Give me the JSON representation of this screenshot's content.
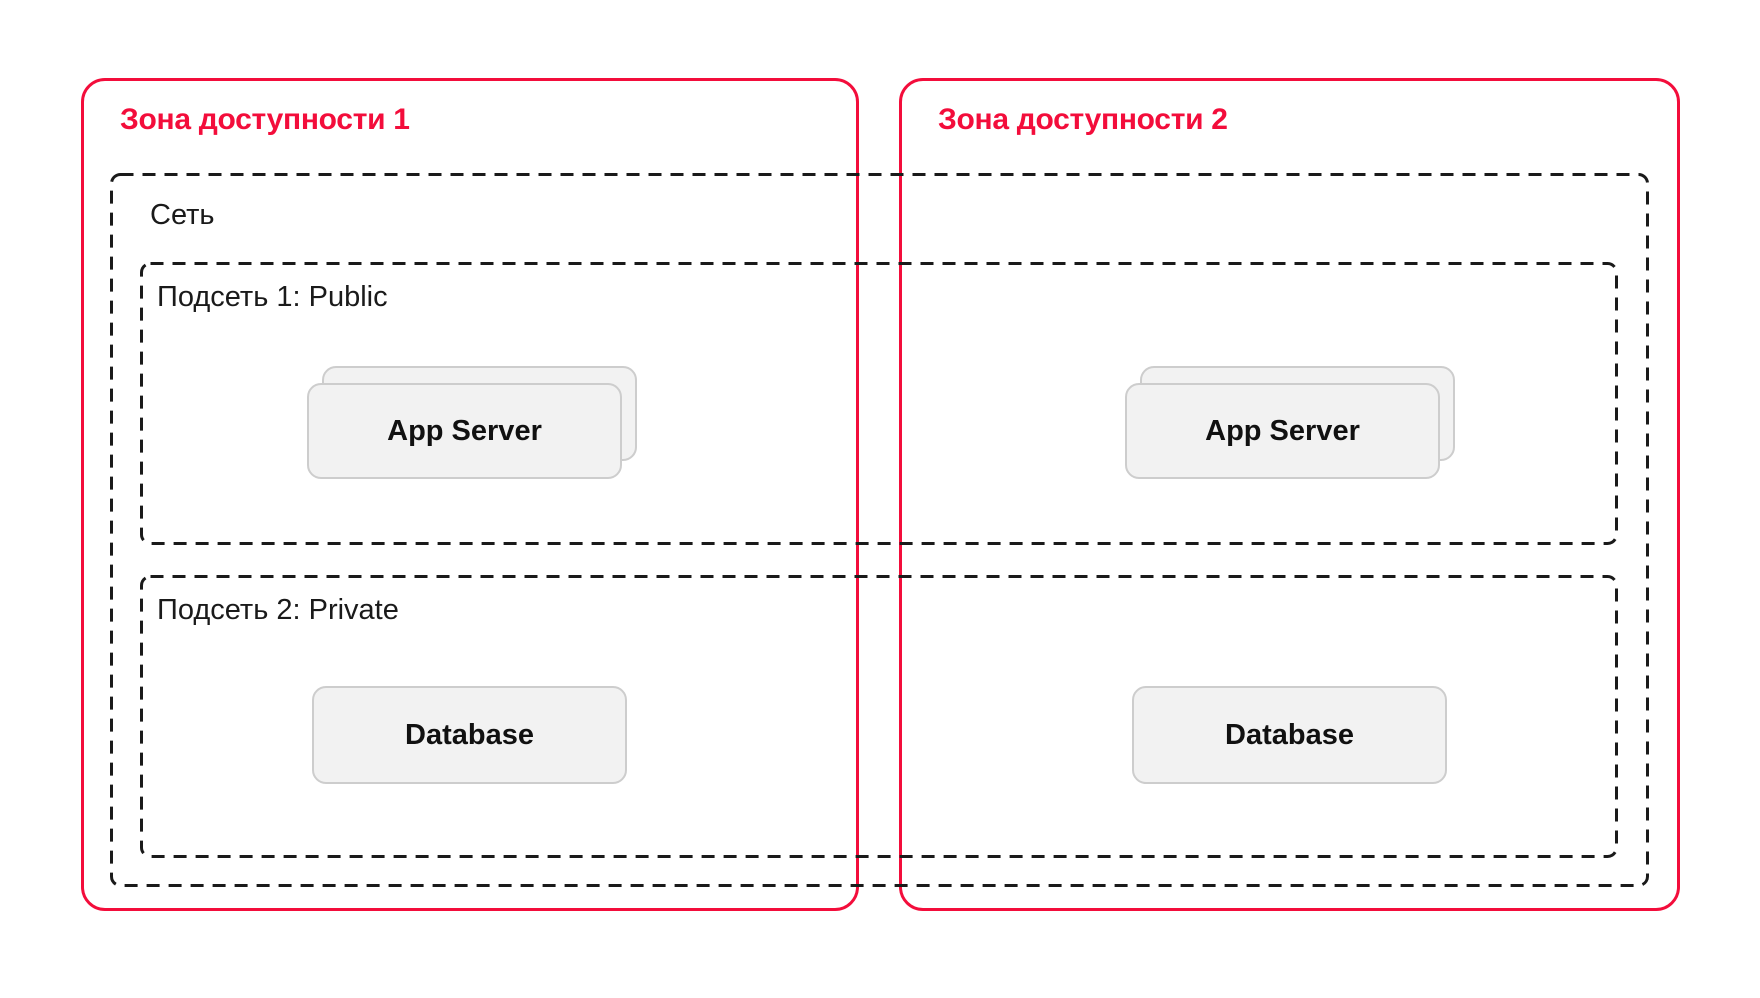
{
  "colors": {
    "accent_red": "#F30D3B",
    "dash_stroke": "#1A1A1A",
    "card_fill": "#F2F2F2",
    "card_border": "#CDCDCD",
    "background": "#FFFFFF"
  },
  "zones": [
    {
      "label": "Зона доступности 1",
      "app_server": "App Server",
      "database": "Database"
    },
    {
      "label": "Зона доступности 2",
      "app_server": "App Server",
      "database": "Database"
    }
  ],
  "network": {
    "label": "Сеть"
  },
  "subnets": [
    {
      "label": "Подсеть 1: Public"
    },
    {
      "label": "Подсеть 2: Private"
    }
  ]
}
